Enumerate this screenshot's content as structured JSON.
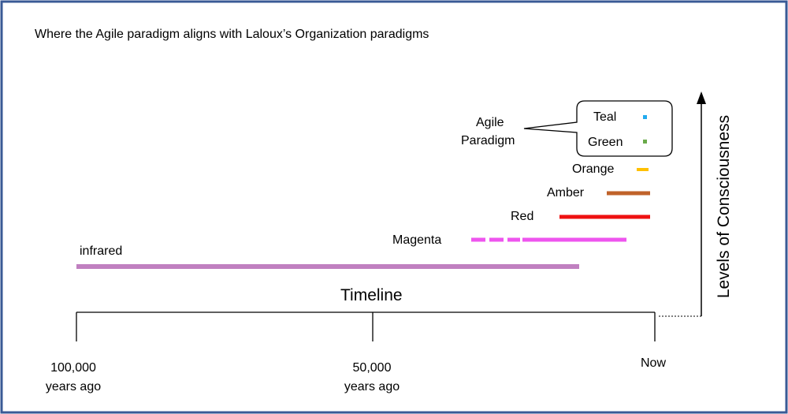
{
  "title": "Where the Agile paradigm aligns with Laloux’s Organization paradigms",
  "colors": {
    "border": "#3a5a96",
    "infrared": "#c080c0",
    "magenta": "#ee55ee",
    "red": "#ee1111",
    "amber": "#c0622a",
    "orange": "#ffc000",
    "green": "#6aaa4a",
    "teal": "#22aaee"
  },
  "paradigms": {
    "infrared": "infrared",
    "magenta": "Magenta",
    "red": "Red",
    "amber": "Amber",
    "orange": "Orange",
    "green": "Green",
    "teal": "Teal"
  },
  "callout": {
    "line1": "Agile",
    "line2": "Paradigm"
  },
  "timeline": {
    "label": "Timeline",
    "ticks": [
      {
        "line1": "100,000",
        "line2": "years ago"
      },
      {
        "line1": "50,000",
        "line2": "years ago"
      },
      {
        "line1": "Now",
        "line2": ""
      }
    ]
  },
  "y_axis_label": "Levels of Consciousness"
}
